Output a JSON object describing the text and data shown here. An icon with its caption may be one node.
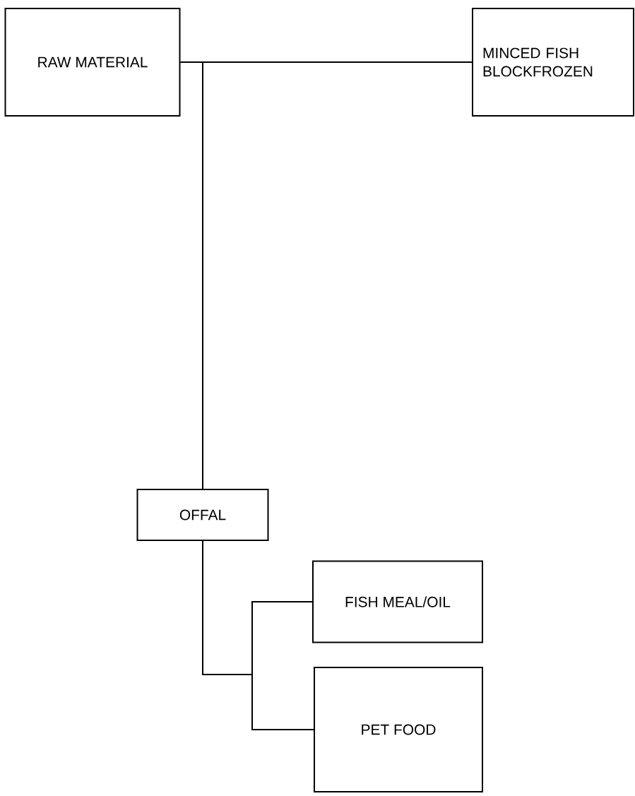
{
  "diagram": {
    "nodes": [
      {
        "text": [
          "RAW MATERIAL"
        ]
      },
      {
        "text": [
          "MINCED FISH BLOCKFROZEN"
        ]
      },
      {
        "text": [
          "OFFAL"
        ]
      },
      {
        "text": [
          "FISH MEAL/OIL"
        ]
      },
      {
        "text": [
          "PET FOOD"
        ]
      }
    ],
    "edges": [
      {
        "from": 0,
        "to": 1,
        "arrow": "none"
      },
      {
        "from": 0,
        "to": 2,
        "arrow": "none"
      },
      {
        "from": 2,
        "to": 3,
        "arrow": "none"
      },
      {
        "from": 2,
        "to": 4,
        "arrow": "none"
      }
    ]
  }
}
